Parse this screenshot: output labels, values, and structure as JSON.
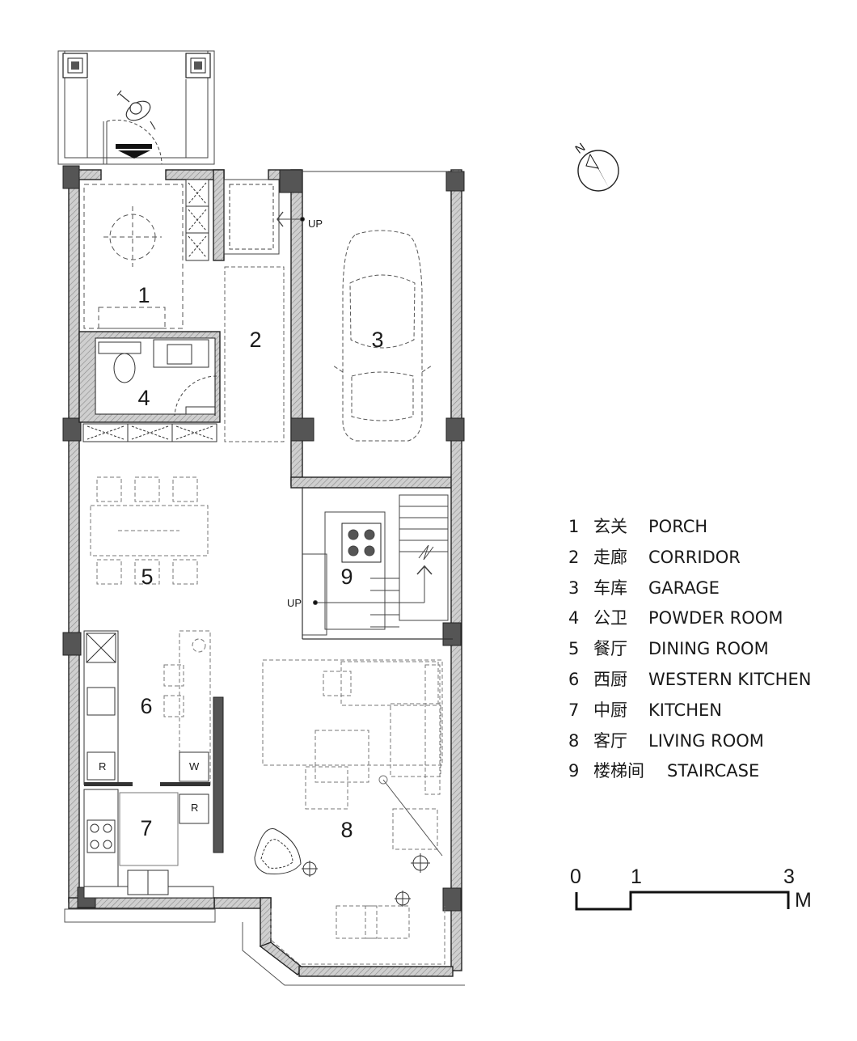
{
  "plan": {
    "rooms": [
      {
        "number": "1"
      },
      {
        "number": "2"
      },
      {
        "number": "3"
      },
      {
        "number": "4"
      },
      {
        "number": "5"
      },
      {
        "number": "6"
      },
      {
        "number": "7"
      },
      {
        "number": "8"
      },
      {
        "number": "9"
      }
    ],
    "stair_labels": {
      "top": "UP",
      "middle": "UP"
    },
    "appliance_labels": {
      "fridge_a": "R",
      "fridge_b": "R",
      "washer": "W"
    }
  },
  "compass": {
    "label": "N"
  },
  "legend": [
    {
      "num": "1",
      "cn": "玄关",
      "en": "PORCH"
    },
    {
      "num": "2",
      "cn": "走廊",
      "en": "CORRIDOR"
    },
    {
      "num": "3",
      "cn": "车库",
      "en": "GARAGE"
    },
    {
      "num": "4",
      "cn": "公卫",
      "en": "POWDER ROOM"
    },
    {
      "num": "5",
      "cn": "餐厅",
      "en": "DINING ROOM"
    },
    {
      "num": "6",
      "cn": "西厨",
      "en": "WESTERN KITCHEN"
    },
    {
      "num": "7",
      "cn": "中厨",
      "en": "KITCHEN"
    },
    {
      "num": "8",
      "cn": "客厅",
      "en": "LIVING ROOM"
    },
    {
      "num": "9",
      "cn": "楼梯间",
      "en": "STAIRCASE"
    }
  ],
  "scale_bar": {
    "labels": [
      "0",
      "1",
      "3"
    ],
    "unit": "M"
  }
}
